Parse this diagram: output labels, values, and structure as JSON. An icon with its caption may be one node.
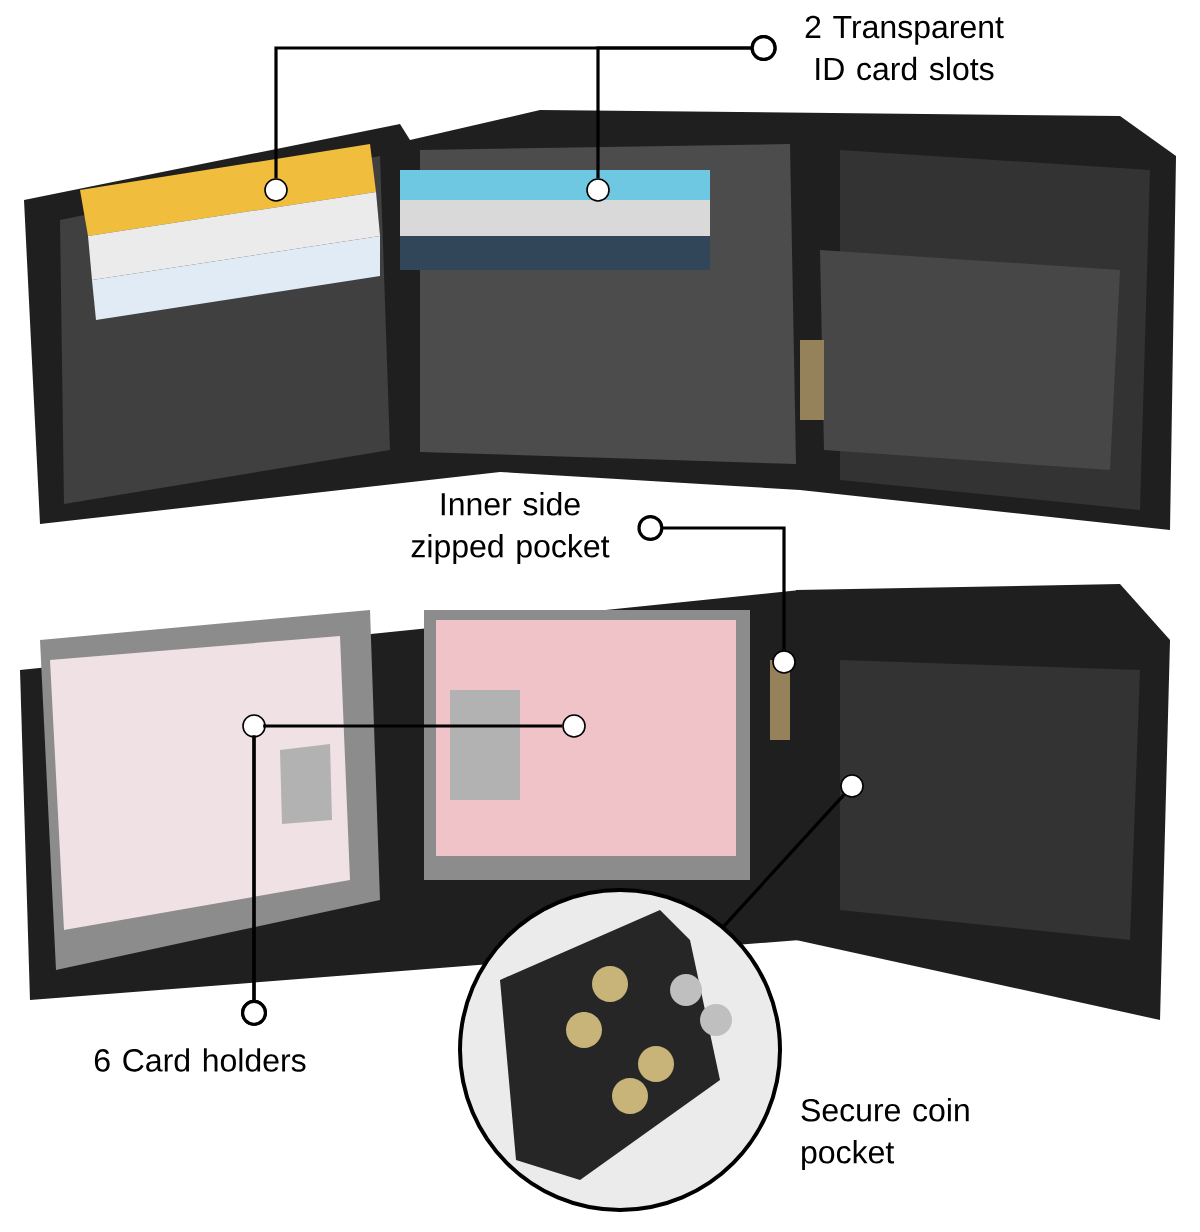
{
  "diagram": {
    "nodes": [
      {
        "text": [
          "2 Transparent ID card slots"
        ]
      },
      {
        "text": [],
        "shape": "circle"
      },
      {
        "text": [],
        "shape": "circle"
      },
      {
        "text": [
          "Inner side zipped pocket"
        ]
      },
      {
        "text": [],
        "shape": "circle"
      },
      {
        "text": [
          "6 Card holders"
        ]
      },
      {
        "text": [],
        "shape": "circle"
      },
      {
        "text": [],
        "shape": "circle"
      },
      {
        "text": [],
        "shape": "picture",
        "beside": [
          "Secure coin pocket"
        ]
      },
      {
        "text": [],
        "shape": "circle"
      }
    ],
    "edges": [
      {
        "from": 0,
        "to": 1,
        "arrow": "other"
      },
      {
        "from": 0,
        "to": 2,
        "arrow": "other"
      },
      {
        "from": 3,
        "to": 4,
        "arrow": "other"
      },
      {
        "from": 5,
        "to": 6,
        "arrow": "other"
      },
      {
        "from": 5,
        "to": 7,
        "arrow": "other"
      },
      {
        "from": 8,
        "to": 9,
        "arrow": "none"
      }
    ]
  }
}
